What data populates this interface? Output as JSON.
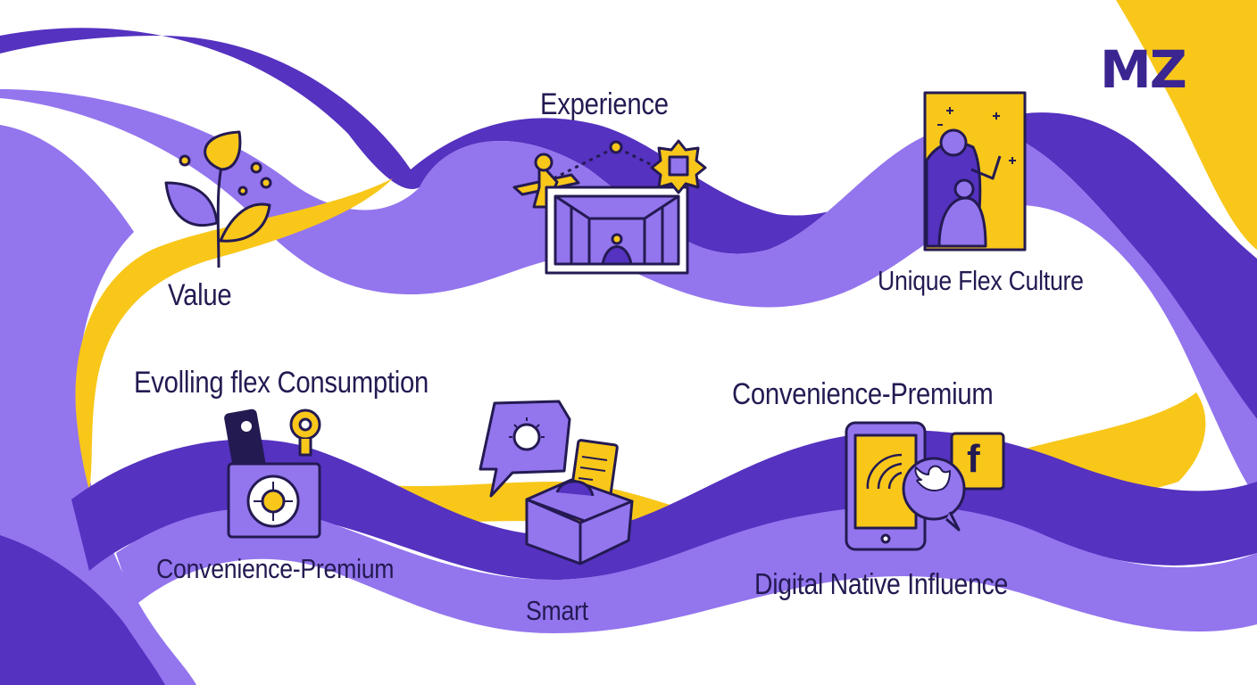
{
  "logo": "MZ",
  "labels": {
    "value": "Value",
    "experience": "Experience",
    "unique_flex_culture": "Unique Flex Culture",
    "evolving_flex_consumption": "Evolling flex Consumption",
    "convenience_premium_left": "Convenience-Premium",
    "smart": "Smart",
    "convenience_premium_right": "Convenience-Premium",
    "digital_native_influence": "Digital Native Influence"
  },
  "icons": {
    "value": "plant-sprout-icon",
    "experience": "travel-airplane-gallery-icon",
    "unique_flex_culture": "people-at-board-icon",
    "evolving_flex_consumption": "camera-ticket-icon",
    "smart": "open-box-idea-icon",
    "digital_native_influence": "social-media-phone-icon",
    "social_brand": "f"
  },
  "colors": {
    "purple_dark": "#5532c0",
    "purple_light": "#9375ee",
    "yellow": "#f8c71a",
    "ink": "#241a52"
  }
}
